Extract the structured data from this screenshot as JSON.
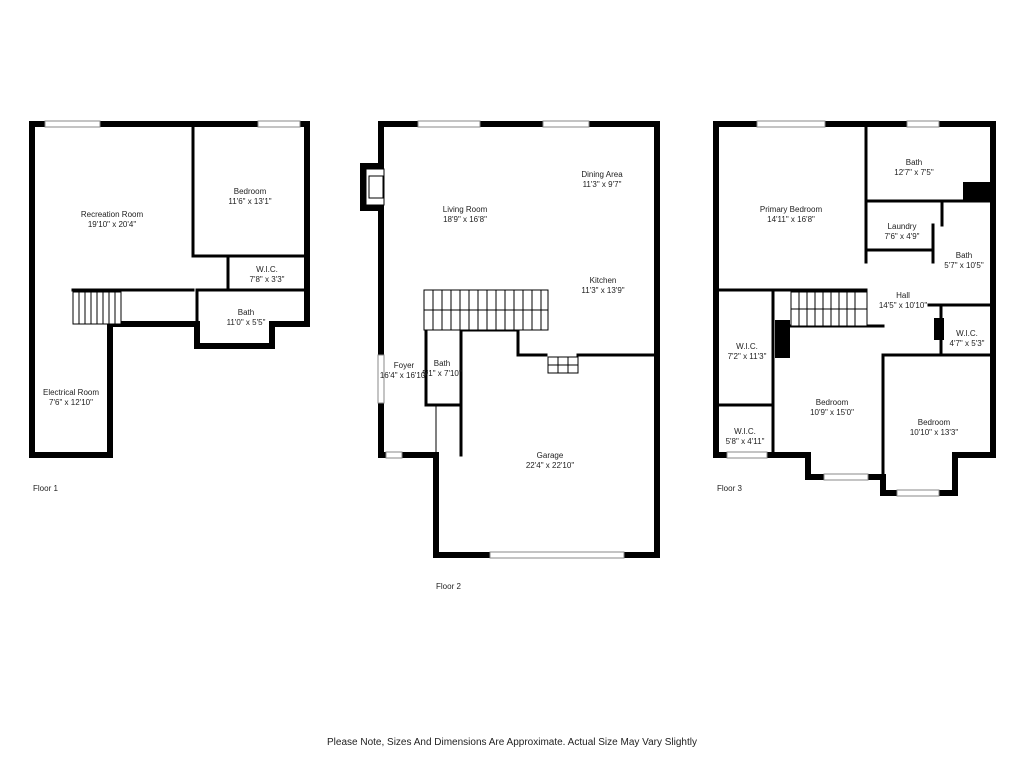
{
  "floors": [
    {
      "name": "Floor 1",
      "rooms": [
        {
          "name": "Recreation Room",
          "size": "19'10\" x 20'4\""
        },
        {
          "name": "Bedroom",
          "size": "11'6\" x 13'1\""
        },
        {
          "name": "W.I.C.",
          "size": "7'8\" x 3'3\""
        },
        {
          "name": "Bath",
          "size": "11'0\" x 5'5\""
        },
        {
          "name": "Electrical Room",
          "size": "7'6\" x 12'10\""
        }
      ]
    },
    {
      "name": "Floor 2",
      "rooms": [
        {
          "name": "Dining Area",
          "size": "11'3\" x 9'7\""
        },
        {
          "name": "Living Room",
          "size": "18'9\" x 16'8\""
        },
        {
          "name": "Kitchen",
          "size": "11'3\" x 13'9\""
        },
        {
          "name": "Foyer",
          "size": "16'4\" x 16'10\""
        },
        {
          "name": "Bath",
          "size": "5'1\" x 7'10\""
        },
        {
          "name": "Garage",
          "size": "22'4\" x 22'10\""
        }
      ]
    },
    {
      "name": "Floor 3",
      "rooms": [
        {
          "name": "Primary Bedroom",
          "size": "14'11\" x 16'8\""
        },
        {
          "name": "Bath",
          "size": "12'7\" x 7'5\""
        },
        {
          "name": "Laundry",
          "size": "7'6\" x 4'9\""
        },
        {
          "name": "Bath",
          "size": "5'7\" x 10'5\""
        },
        {
          "name": "Hall",
          "size": "14'5\" x 10'10\""
        },
        {
          "name": "W.I.C.",
          "size": "4'7\" x 5'3\""
        },
        {
          "name": "W.I.C.",
          "size": "7'2\" x 11'3\""
        },
        {
          "name": "Bedroom",
          "size": "10'9\" x 15'0\""
        },
        {
          "name": "Bedroom",
          "size": "10'10\" x 13'3\""
        },
        {
          "name": "W.I.C.",
          "size": "5'8\" x 4'11\""
        }
      ]
    }
  ],
  "disclaimer": "Please Note, Sizes And Dimensions Are Approximate. Actual Size May Vary Slightly"
}
